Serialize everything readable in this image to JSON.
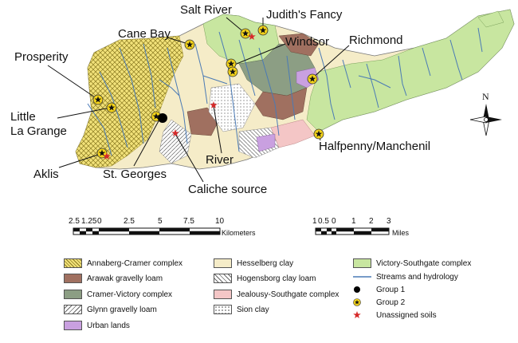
{
  "places": [
    {
      "id": "salt-river",
      "name": "Salt River"
    },
    {
      "id": "judiths-fancy",
      "name": "Judith's Fancy"
    },
    {
      "id": "cane-bay",
      "name": "Cane Bay"
    },
    {
      "id": "windsor",
      "name": "Windsor"
    },
    {
      "id": "richmond",
      "name": "Richmond"
    },
    {
      "id": "prosperity",
      "name": "Prosperity"
    },
    {
      "id": "little-la-grange",
      "name": "Little\nLa Grange"
    },
    {
      "id": "halfpenny",
      "name": "Halfpenny/Manchenil"
    },
    {
      "id": "river",
      "name": "River"
    },
    {
      "id": "aklis",
      "name": "Aklis"
    },
    {
      "id": "st-georges",
      "name": "St. Georges"
    },
    {
      "id": "caliche",
      "name": "Caliche source"
    }
  ],
  "north_arrow": {
    "label": "N"
  },
  "scale_km": {
    "ticks": [
      "2.5",
      "1.25",
      "0",
      "2.5",
      "5",
      "7.5",
      "10"
    ],
    "unit": "Kilometers"
  },
  "scale_mi": {
    "ticks": [
      "1",
      "0.5",
      "0",
      "1",
      "2",
      "3"
    ],
    "unit": "Miles"
  },
  "legend": {
    "soils": [
      {
        "label": "Annaberg-Cramer complex",
        "color": "#f2e27a",
        "pattern": "cross"
      },
      {
        "label": "Arawak gravelly loam",
        "color": "#a07060",
        "pattern": "none"
      },
      {
        "label": "Cramer-Victory complex",
        "color": "#8c9e84",
        "pattern": "none"
      },
      {
        "label": "Glynn gravelly loam",
        "color": "#ffffff",
        "pattern": "diag"
      },
      {
        "label": "Urban lands",
        "color": "#c9a0e0",
        "pattern": "none"
      },
      {
        "label": "Hesselberg clay",
        "color": "#f5ecc8",
        "pattern": "none"
      },
      {
        "label": "Hogensborg clay loam",
        "color": "#ffffff",
        "pattern": "diag2"
      },
      {
        "label": "Jealousy-Southgate complex",
        "color": "#f4c6c6",
        "pattern": "none"
      },
      {
        "label": "Sion clay",
        "color": "#ffffff",
        "pattern": "dots"
      },
      {
        "label": "Victory-Southgate complex",
        "color": "#c8e6a0",
        "pattern": "none"
      }
    ],
    "other": [
      {
        "label": "Streams and hydrology",
        "symbol": "line",
        "color": "#4a7ab5"
      },
      {
        "label": "Group 1",
        "symbol": "dot",
        "color": "#000000"
      },
      {
        "label": "Group 2",
        "symbol": "star-yellow",
        "color": "#f2d21a"
      },
      {
        "label": "Unassigned soils",
        "symbol": "star-red",
        "color": "#d62a2a"
      }
    ]
  }
}
